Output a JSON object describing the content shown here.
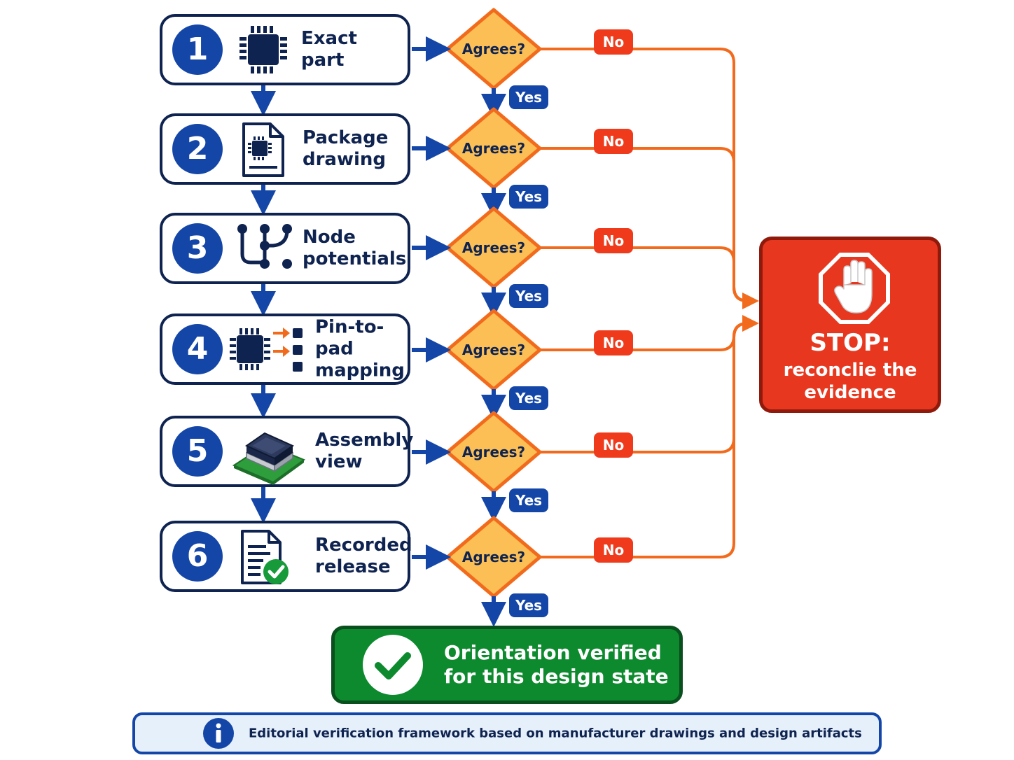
{
  "steps": [
    {
      "number": "1",
      "label": "Exact part",
      "icon": "chip-icon"
    },
    {
      "number": "2",
      "label": "Package\ndrawing",
      "icon": "document-chip-icon"
    },
    {
      "number": "3",
      "label": "Node\npotentials",
      "icon": "node-network-icon"
    },
    {
      "number": "4",
      "label": "Pin-to-pad\nmapping",
      "icon": "chip-mapping-icon"
    },
    {
      "number": "5",
      "label": "Assembly\nview",
      "icon": "assembly-board-icon"
    },
    {
      "number": "6",
      "label": "Recorded\nrelease",
      "icon": "document-check-icon"
    }
  ],
  "decision": {
    "question": "Agrees?",
    "yes": "Yes",
    "no": "No"
  },
  "stop": {
    "title": "STOP:",
    "subtitle": "reconclie the\nevidence",
    "icon": "stop-hand-icon"
  },
  "result": {
    "text": "Orientation verified\nfor this design state",
    "icon": "checkmark-icon"
  },
  "footer": {
    "text": "Editorial verification framework based on manufacturer drawings and design artifacts",
    "icon": "info-icon"
  },
  "colors": {
    "navy": "#0f2350",
    "blue": "#1446a8",
    "orange": "#f26b1d",
    "diamond_fill": "#fbbf55",
    "stop_red": "#e8371f",
    "success_green": "#0d8a2e"
  }
}
